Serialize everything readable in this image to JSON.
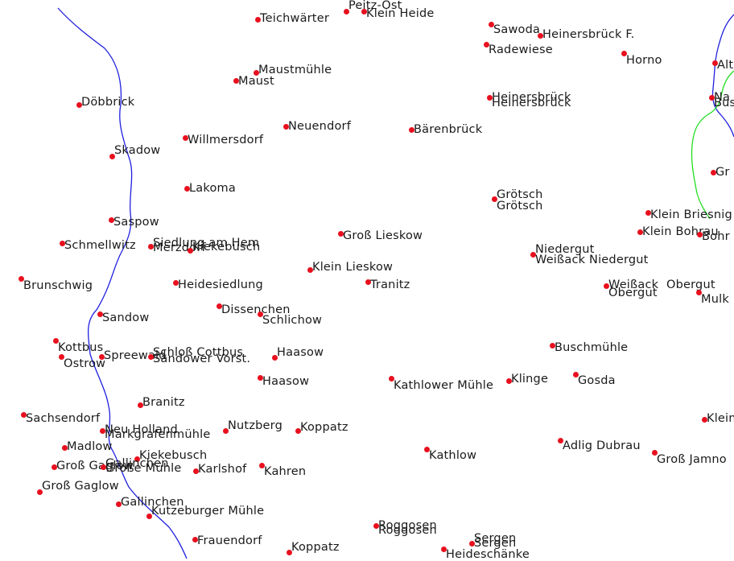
{
  "colors": {
    "background": "#ffffff",
    "river": "#2020e0",
    "green_line": "#22dd22",
    "marker": "#e8101e",
    "label": "#1a1a1a"
  },
  "places": [
    {
      "name": "Peitz-Ost"
    },
    {
      "name": "Klein Heide"
    },
    {
      "name": "Teichwärter"
    },
    {
      "name": "Sawoda"
    },
    {
      "name": "Heinersbrück F."
    },
    {
      "name": "Radewiese"
    },
    {
      "name": "Horno"
    },
    {
      "name": "Alt"
    },
    {
      "name": "Maustmühle"
    },
    {
      "name": "Maust"
    },
    {
      "name": "Döbbrick"
    },
    {
      "name": "Heinersbrück"
    },
    {
      "name": "Heinersbrück"
    },
    {
      "name": "Na"
    },
    {
      "name": "Bus"
    },
    {
      "name": "Neuendorf"
    },
    {
      "name": "Bärenbrück"
    },
    {
      "name": "Willmersdorf"
    },
    {
      "name": "Skadow"
    },
    {
      "name": "Gr"
    },
    {
      "name": "Lakoma"
    },
    {
      "name": "Grötsch"
    },
    {
      "name": "Grötsch"
    },
    {
      "name": "Klein Briesnig"
    },
    {
      "name": "Saspow"
    },
    {
      "name": "Klein Bohrau"
    },
    {
      "name": "Bohr"
    },
    {
      "name": "Schmellwitz"
    },
    {
      "name": "Siedlung am Hem"
    },
    {
      "name": "Merzdorf"
    },
    {
      "name": "Kiekebusch"
    },
    {
      "name": "Groß Lieskow"
    },
    {
      "name": "Niedergut"
    },
    {
      "name": "Weißack Niedergut"
    },
    {
      "name": "Klein Lieskow"
    },
    {
      "name": "Brunschwig"
    },
    {
      "name": "Heidesiedlung"
    },
    {
      "name": "Tranitz"
    },
    {
      "name": "Weißack"
    },
    {
      "name": "Obergut"
    },
    {
      "name": "Obergut"
    },
    {
      "name": "Mulk"
    },
    {
      "name": "Dissenchen"
    },
    {
      "name": "Schlichow"
    },
    {
      "name": "Sandow"
    },
    {
      "name": "Buschmühle"
    },
    {
      "name": "Kottbus"
    },
    {
      "name": "Ostrow"
    },
    {
      "name": "Spreewald"
    },
    {
      "name": "Schloß Cottbus"
    },
    {
      "name": "Sandower Vorst."
    },
    {
      "name": "Haasow"
    },
    {
      "name": "Haasow"
    },
    {
      "name": "Kathlower Mühle"
    },
    {
      "name": "Klinge"
    },
    {
      "name": "Gosda"
    },
    {
      "name": "Branitz"
    },
    {
      "name": "Sachsendorf"
    },
    {
      "name": "Klein"
    },
    {
      "name": "Neu Holland"
    },
    {
      "name": "Markgrafenmühle"
    },
    {
      "name": "Nutzberg"
    },
    {
      "name": "Koppatz"
    },
    {
      "name": "Madlow"
    },
    {
      "name": "Kiekebusch"
    },
    {
      "name": "Adlig Dubrau"
    },
    {
      "name": "Kathlow"
    },
    {
      "name": "Groß Jamno"
    },
    {
      "name": "Groß Gaglow"
    },
    {
      "name": "Gallinchen"
    },
    {
      "name": "Große Mühle"
    },
    {
      "name": "Karlshof"
    },
    {
      "name": "Kahren"
    },
    {
      "name": "Groß Gaglow"
    },
    {
      "name": "Gallinchen"
    },
    {
      "name": "Kutzeburger Mühle"
    },
    {
      "name": "Roggosen"
    },
    {
      "name": "Roggosen"
    },
    {
      "name": "Frauendorf"
    },
    {
      "name": "Sergen"
    },
    {
      "name": "Sergen"
    },
    {
      "name": "Koppatz"
    },
    {
      "name": "Heideschänke"
    }
  ]
}
